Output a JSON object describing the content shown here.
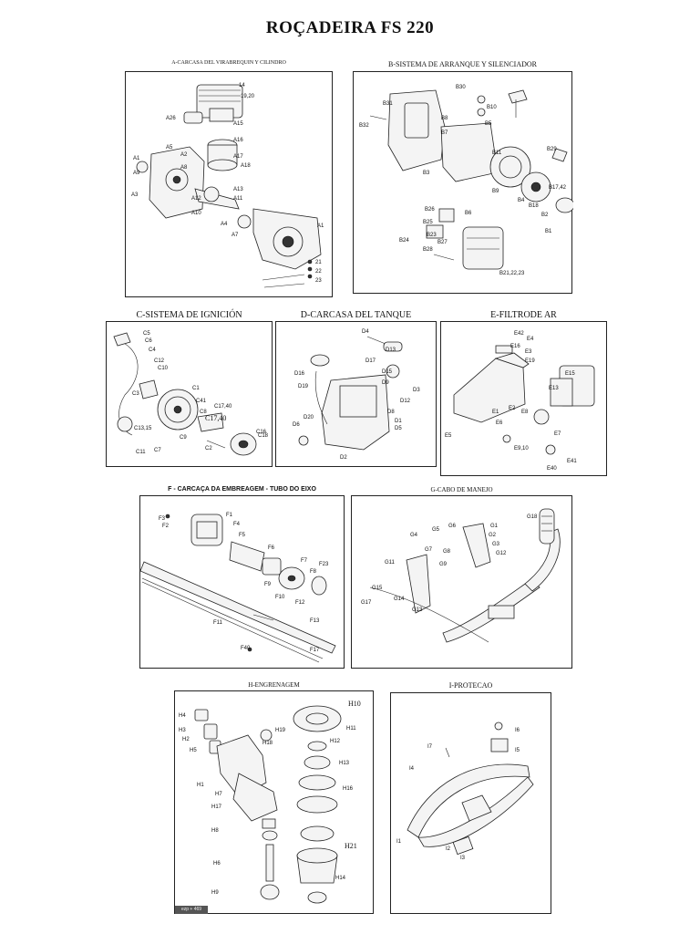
{
  "page": {
    "title": "ROÇADEIRA FS 220"
  },
  "panels": {
    "A": {
      "title": "A-CARCASA DEL VIRABREQUIN Y CILINDRO",
      "labels": [
        "14",
        "19,20",
        "A26",
        "A15",
        "A16",
        "A17",
        "A18",
        "A13",
        "A11",
        "A10",
        "A4",
        "A7",
        "A1",
        "21",
        "22",
        "23",
        "A3",
        "A5",
        "A2",
        "A8",
        "A9",
        "A12",
        "A1"
      ]
    },
    "B": {
      "title": "B-SISTEMA DE ARRANQUE Y SILENCIADOR",
      "labels": [
        "B30",
        "B31",
        "B32",
        "B7",
        "B8",
        "B10",
        "B5",
        "B11",
        "B29",
        "B3",
        "B9",
        "B17,42",
        "B18",
        "B2",
        "B1",
        "B25",
        "B23",
        "B26",
        "B27",
        "B28",
        "B21,22,23",
        "B24",
        "B6",
        "B4"
      ]
    },
    "C": {
      "title": "C-SISTEMA DE IGNICIÓN",
      "labels": [
        "C5",
        "C6",
        "C4",
        "C12",
        "C10",
        "C3",
        "C41",
        "C13,15",
        "C8",
        "C17,40",
        "C17,40",
        "C16",
        "C11",
        "C7",
        "C9",
        "C2",
        "C1",
        "C18"
      ]
    },
    "D": {
      "title": "D-CARCASA DEL TANQUE",
      "labels": [
        "D4",
        "D13",
        "D15",
        "D17",
        "D16",
        "D19",
        "D3",
        "D20",
        "D12",
        "D5",
        "D2",
        "D1",
        "D6",
        "D8",
        "D9"
      ]
    },
    "E": {
      "title": "E-FILTRODE AR",
      "labels": [
        "E42",
        "E4",
        "E16",
        "E3",
        "E19",
        "E15",
        "E13",
        "E1",
        "E2",
        "E8",
        "E7",
        "E9,10",
        "E5",
        "E41",
        "E40",
        "E6"
      ]
    },
    "F": {
      "title": "F - CARCAÇA DA EMBREAGEM - TUBO DO EIXO",
      "labels": [
        "F3",
        "F2",
        "F1",
        "F4",
        "F5",
        "F6",
        "F7",
        "F8",
        "F23",
        "F9",
        "F10",
        "F12",
        "F13",
        "F11",
        "F40",
        "F17"
      ]
    },
    "G": {
      "title": "G-CABO DE MANEJO",
      "labels": [
        "G18",
        "G1",
        "G2",
        "G3",
        "G4",
        "G5",
        "G6",
        "G7",
        "G8",
        "G9",
        "G11",
        "G15",
        "G17",
        "G14",
        "G13",
        "G12"
      ]
    },
    "H": {
      "title": "H-ENGRENAGEM",
      "labels": [
        "H4",
        "H3",
        "H2",
        "H5",
        "H1",
        "H7",
        "H17",
        "H8",
        "H6",
        "H9",
        "H10",
        "H11",
        "H12",
        "H13",
        "H16",
        "H19",
        "H18",
        "H21",
        "H14"
      ]
    },
    "I": {
      "title": "I-PROTECAO",
      "labels": [
        "I6",
        "I7",
        "I4",
        "I5",
        "I1",
        "I2",
        "I3"
      ]
    }
  },
  "stamp": "ezp + 469"
}
